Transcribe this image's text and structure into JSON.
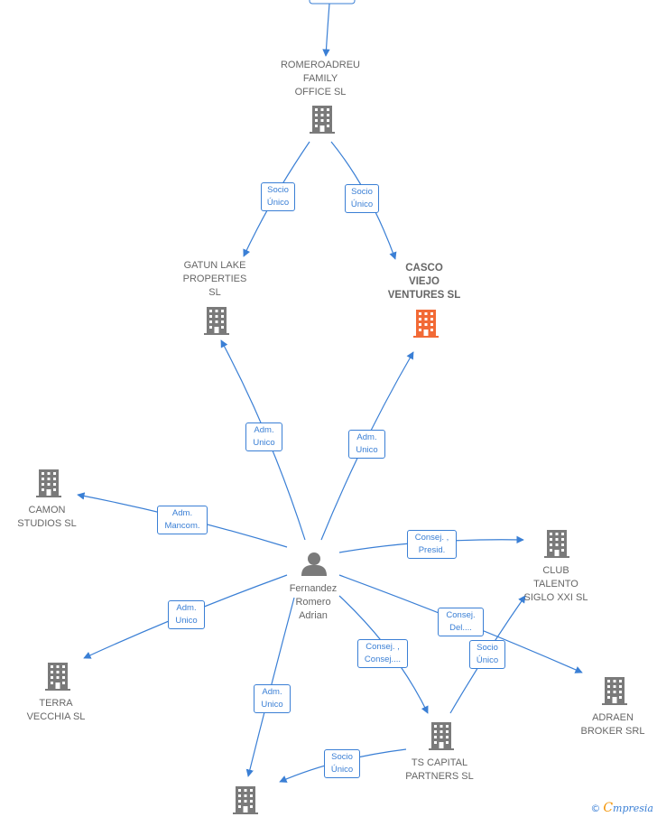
{
  "colors": {
    "edge": "#3a7fd5",
    "building": "#7a7a7a",
    "focus": "#f26a36",
    "person": "#7a7a7a"
  },
  "nodes": {
    "romeroadreu": "ROMEROADREU\nFAMILY\nOFFICE  SL",
    "gatun": "GATUN LAKE\nPROPERTIES\nSL",
    "casco": "CASCO\nVIEJO\nVENTURES  SL",
    "camon": "CAMON\nSTUDIOS  SL",
    "person": "Fernandez\nRomero\nAdrian",
    "club": "CLUB\nTALENTO\nSIGLO XXI  SL",
    "terra": "TERRA\nVECCHIA SL",
    "adraen": "ADRAEN\nBROKER SRL",
    "ts": "TS CAPITAL\nPARTNERS  SL"
  },
  "edges": {
    "rom_gatun": "Socio\nÚnico",
    "rom_casco": "Socio\nÚnico",
    "p_gatun": "Adm.\nUnico",
    "p_casco": "Adm.\nUnico",
    "p_camon": "Adm.\nMancom.",
    "p_club": "Consej. ,\nPresid.",
    "p_terra": "Adm.\nUnico",
    "p_adraen": "Consej.\nDel....",
    "p_ts": "Consej. ,\nConsej....",
    "ts_club": "Socio\nÚnico",
    "p_bottom": "Adm.\nUnico",
    "ts_bottom": "Socio\nÚnico"
  },
  "brand": {
    "copyright": "©",
    "first": "C",
    "rest": "mpresia"
  }
}
